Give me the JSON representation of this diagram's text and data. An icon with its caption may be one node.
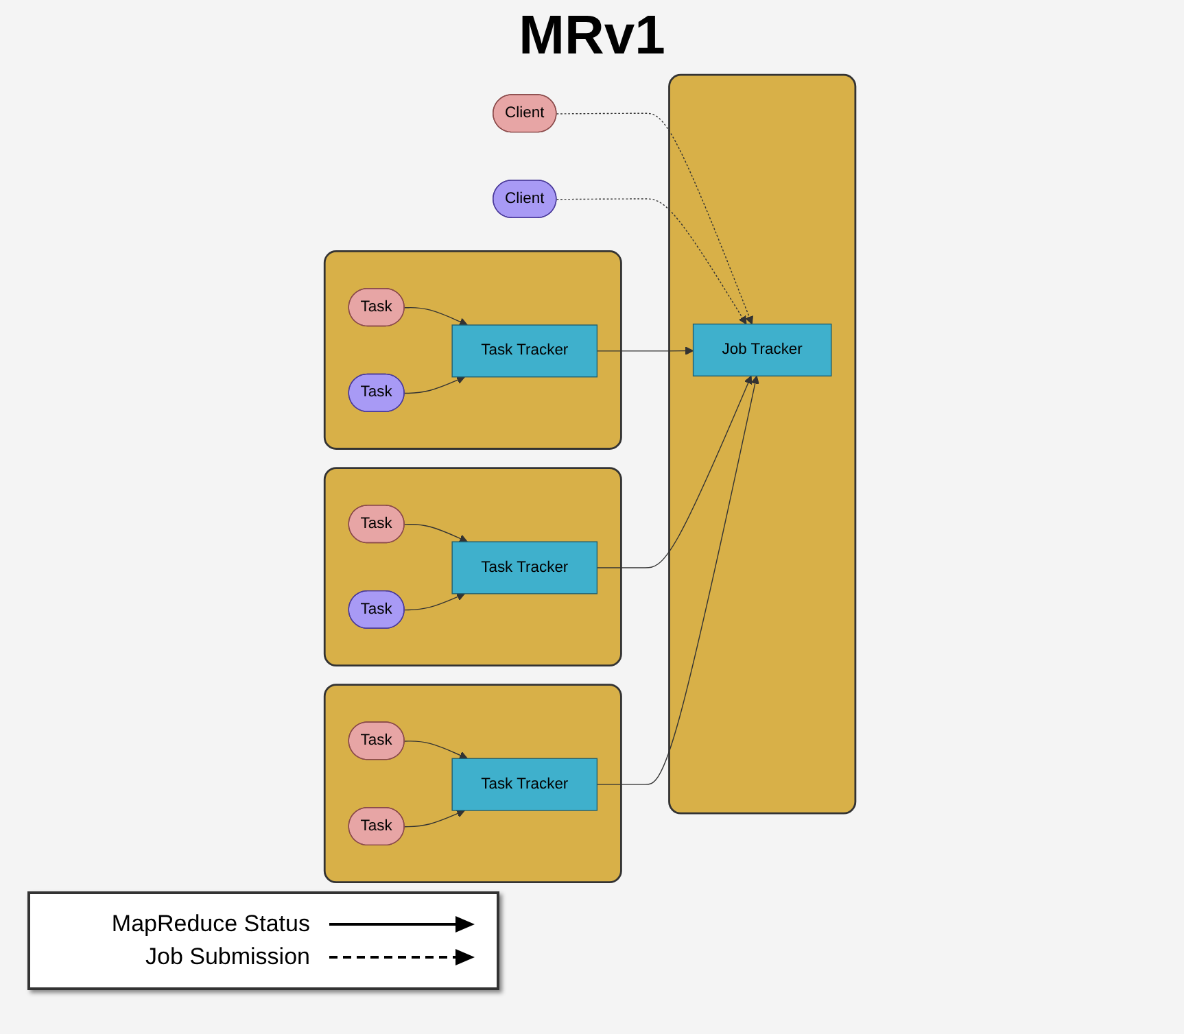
{
  "diagram": {
    "title": "MRv1",
    "nodes": [
      {
        "text": [],
        "shape": "box"
      },
      {
        "text": [
          "Task Tracker"
        ],
        "in": 0
      },
      {
        "text": [
          "Task"
        ],
        "in": 0
      },
      {
        "text": [
          "Task"
        ],
        "in": 0
      },
      {
        "text": [
          "Client"
        ]
      },
      {
        "text": [
          "Client"
        ]
      },
      {
        "text": [],
        "shape": "box"
      },
      {
        "text": [
          "Job Tracker"
        ],
        "in": 6
      },
      {
        "text": [],
        "shape": "box"
      },
      {
        "text": [
          "Task Tracker"
        ],
        "in": 8
      },
      {
        "text": [
          "Task"
        ],
        "in": 8
      },
      {
        "text": [
          "Task"
        ],
        "in": 8
      },
      {
        "text": [],
        "shape": "box"
      },
      {
        "text": [
          "Task Tracker"
        ],
        "in": 12
      },
      {
        "text": [
          "Task"
        ],
        "in": 12
      },
      {
        "text": [
          "Task"
        ],
        "in": 12
      }
    ],
    "edges": [
      {
        "from": 4,
        "to": 7,
        "arrow": "to",
        "style": "dashed"
      },
      {
        "from": 5,
        "to": 7,
        "arrow": "to",
        "style": "dashed"
      },
      {
        "from": 1,
        "to": 7,
        "arrow": "to"
      },
      {
        "from": 9,
        "to": 7,
        "arrow": "to"
      },
      {
        "from": 13,
        "to": 7,
        "arrow": "to"
      },
      {
        "from": 2,
        "to": 1,
        "arrow": "to"
      },
      {
        "from": 3,
        "to": 1,
        "arrow": "to"
      },
      {
        "from": 10,
        "to": 9,
        "arrow": "to"
      },
      {
        "from": 11,
        "to": 9,
        "arrow": "to"
      },
      {
        "from": 14,
        "to": 13,
        "arrow": "to"
      },
      {
        "from": 15,
        "to": 13,
        "arrow": "to"
      }
    ],
    "legend": [
      {
        "text": "MapReduce Status"
      },
      {
        "text": "Job Submission"
      }
    ]
  }
}
